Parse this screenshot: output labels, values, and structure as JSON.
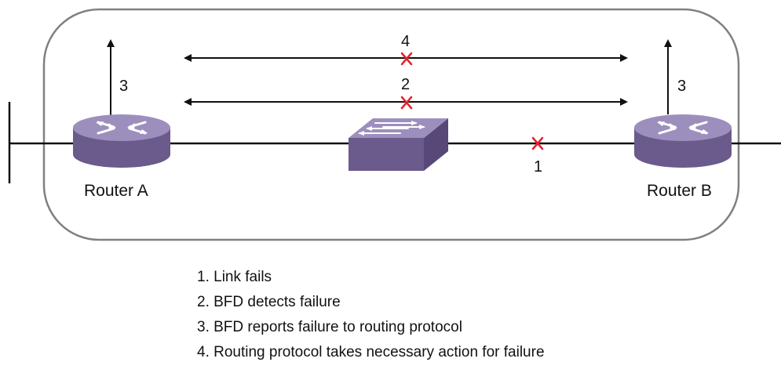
{
  "colors": {
    "enclosure_border": "#808080",
    "device_fill": "#6b5a8c",
    "device_top": "#9d8fbd",
    "failure_mark": "#e8202a",
    "line": "#111111"
  },
  "nodes": {
    "router_a": {
      "label": "Router A",
      "icon": "router-icon"
    },
    "router_b": {
      "label": "Router B",
      "icon": "router-icon"
    },
    "switch": {
      "icon": "switch-icon"
    }
  },
  "arrows": {
    "session_top_number": "4",
    "session_bottom_number": "2",
    "report_left_number": "3",
    "report_right_number": "3"
  },
  "link_failure_number": "1",
  "legend": [
    "1. Link fails",
    "2.  BFD detects failure",
    "3.  BFD reports failure to routing protocol",
    "4.  Routing protocol takes necessary action for failure"
  ]
}
